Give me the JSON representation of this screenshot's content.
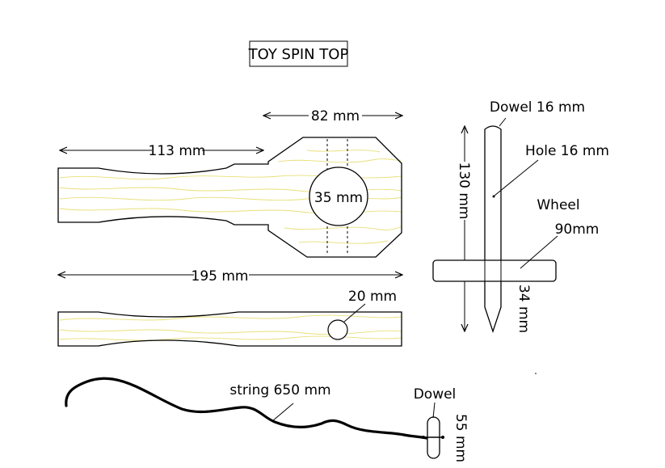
{
  "title": "TOY SPIN TOP",
  "labels": {
    "handle_length_113": "113 mm",
    "head_width_82": "82 mm",
    "hole_35": "35 mm",
    "total_195": "195 mm",
    "hole_20": "20 mm",
    "dowel_16": "Dowel 16 mm",
    "hole_16": "Hole 16 mm",
    "height_130": "130 mm",
    "wheel": "Wheel",
    "wheel_90": "90mm",
    "tip_34": "34 mm",
    "string_650": "string 650 mm",
    "dowel": "Dowel",
    "dowel_55": "55 mm"
  },
  "colors": {
    "outline": "#000000",
    "wood_grain": "#e8e07a",
    "background": "#ffffff"
  }
}
